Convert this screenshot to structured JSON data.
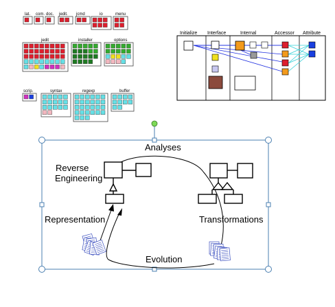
{
  "modules": {
    "row1": [
      "lat.",
      "com.",
      "doc.",
      "jedit.",
      "jcmd",
      "io",
      "menu"
    ],
    "row2": [
      "jedit",
      "installer",
      "options"
    ],
    "row3": [
      "scrip.",
      "syntax",
      "regexp",
      "buffer"
    ]
  },
  "arch": {
    "columns": [
      "Initialize",
      "Interface",
      "Internal",
      "Accessor",
      "Attribute"
    ]
  },
  "cycle": {
    "analyses": "Analyses",
    "reverse_line1": "Reverse",
    "reverse_line2": "Engineering",
    "representation": "Representation",
    "transformations": "Transformations",
    "evolution": "Evolution"
  },
  "colors": {
    "red": "#dd1f2e",
    "green": "#33aa2e",
    "dark_green": "#1e7a22",
    "cyan": "#66e0e6",
    "pink": "#f3b8c0",
    "yellow": "#f0e020",
    "magenta": "#d030c0",
    "orange": "#f29a1c",
    "blue": "#1a3fe0",
    "brown": "#8b4a3c",
    "lavender": "#c8c8f0",
    "grey": "#999999",
    "handle": "#4a7fb0",
    "handle_green": "#7ed957"
  }
}
